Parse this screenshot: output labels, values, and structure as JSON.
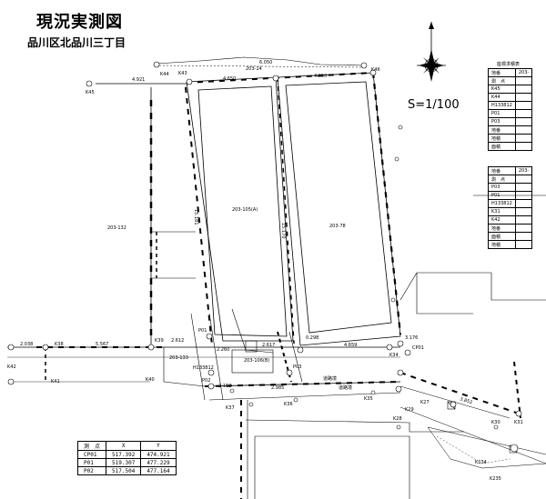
{
  "title": "現況実測図",
  "location": "品川区北品川三丁目",
  "scale": "S=1/100",
  "north_label": "N",
  "parcels": {
    "top": "203-14",
    "center_left": "203-105(A)",
    "center_right": "203-78",
    "left": "203-132",
    "lower_left": "203-133",
    "lower_mid": "203-106(B)"
  },
  "dimensions": {
    "top_left": "4.921",
    "top_a": "4.650",
    "top_b": "6.050",
    "top_c": "4.650",
    "v_left": "15.181",
    "v_right": "15.170",
    "bottom_a": "2.038",
    "bottom_b": "5.567",
    "bottom_c": "2.612",
    "bottom_d": "2.260",
    "bottom_e": "2.617",
    "bottom_f": "0.298",
    "bottom_g": "4.659",
    "bottom_h": "3.176",
    "bottom_i": "2.152",
    "bottom_j": "2.985",
    "diag": "3.852"
  },
  "points": [
    "K45",
    "K46",
    "K44",
    "K43",
    "K42",
    "K41",
    "K40",
    "K39",
    "K38",
    "K37",
    "K36",
    "K35",
    "K34",
    "K31",
    "K30",
    "K27",
    "K29",
    "K28",
    "K235",
    "K234",
    "P01",
    "P02",
    "P03",
    "CP01",
    "H133812"
  ],
  "road_labels": [
    "道路境",
    "道路境"
  ],
  "side_tables": {
    "upper": {
      "title": "座標求積表",
      "header": [
        "地番",
        "203-"
      ],
      "rows": [
        "測　点",
        "K45",
        "K44",
        "H133812",
        "P01",
        "P03",
        "地番",
        "地積",
        "面積"
      ]
    },
    "lower": {
      "header": [
        "地番",
        "203-"
      ],
      "rows": [
        "測　点",
        "P03",
        "P01",
        "H133812",
        "K31",
        "K42",
        "地番",
        "面積",
        "地積"
      ]
    }
  },
  "coords_table": {
    "header": [
      "測　点",
      "X",
      "Y"
    ],
    "rows": [
      [
        "CP01",
        "517.392",
        "474.921"
      ],
      [
        "P01",
        "519.307",
        "477.229"
      ],
      [
        "P02",
        "517.504",
        "477.164"
      ]
    ]
  }
}
